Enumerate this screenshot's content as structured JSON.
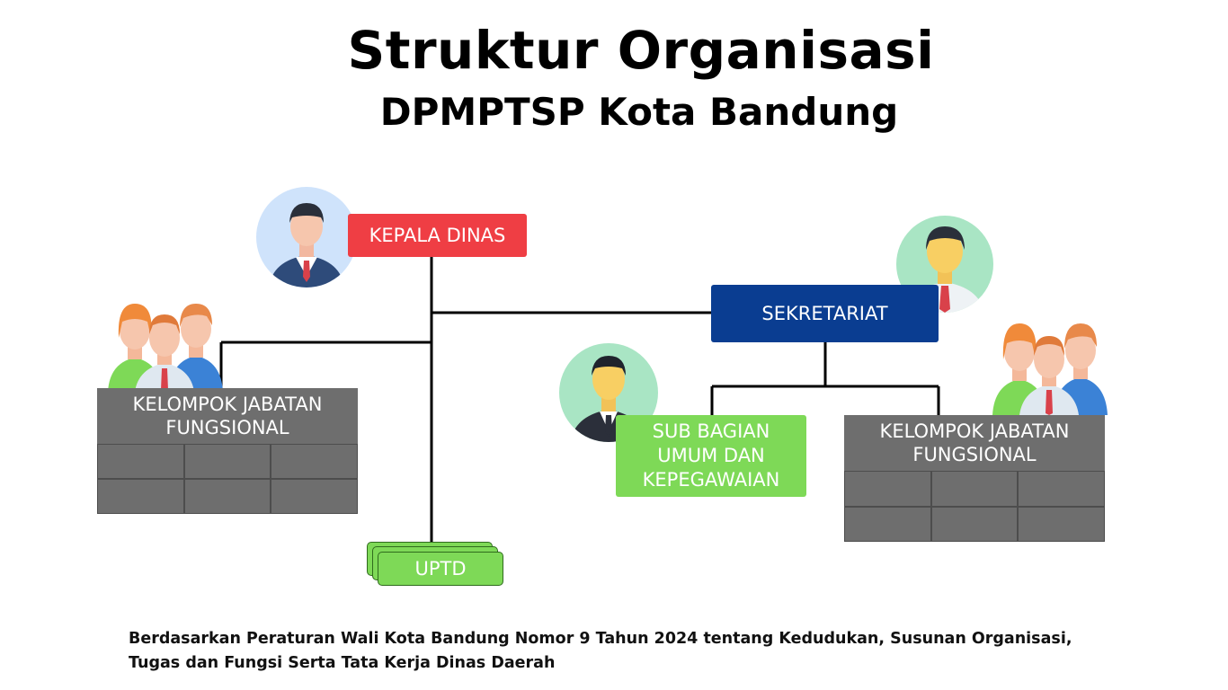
{
  "header": {
    "title": "Struktur Organisasi",
    "subtitle": "DPMPTSP Kota Bandung"
  },
  "nodes": {
    "kepala_dinas": "KEPALA DINAS",
    "sekretariat": "SEKRETARIAT",
    "sub_bagian": "SUB BAGIAN UMUM DAN KEPEGAWAIAN",
    "kelompok_kiri": "KELOMPOK JABATAN FUNGSIONAL",
    "kelompok_kanan": "KELOMPOK JABATAN FUNGSIONAL",
    "uptd": "UPTD"
  },
  "footnote": {
    "line1": "Berdasarkan Peraturan Wali Kota Bandung Nomor 9 Tahun 2024 tentang Kedudukan, Susunan Organisasi,",
    "line2": "Tugas dan Fungsi Serta Tata Kerja Dinas Daerah"
  },
  "colors": {
    "kepala": "#ef3e44",
    "sekretariat": "#0a3d91",
    "subbagian": "#7ed957",
    "uptd": "#7ed957",
    "kelompok": "#6e6e6e"
  },
  "icons": [
    "manager-avatar-icon",
    "staff-avatar-icon",
    "group-people-icon"
  ]
}
